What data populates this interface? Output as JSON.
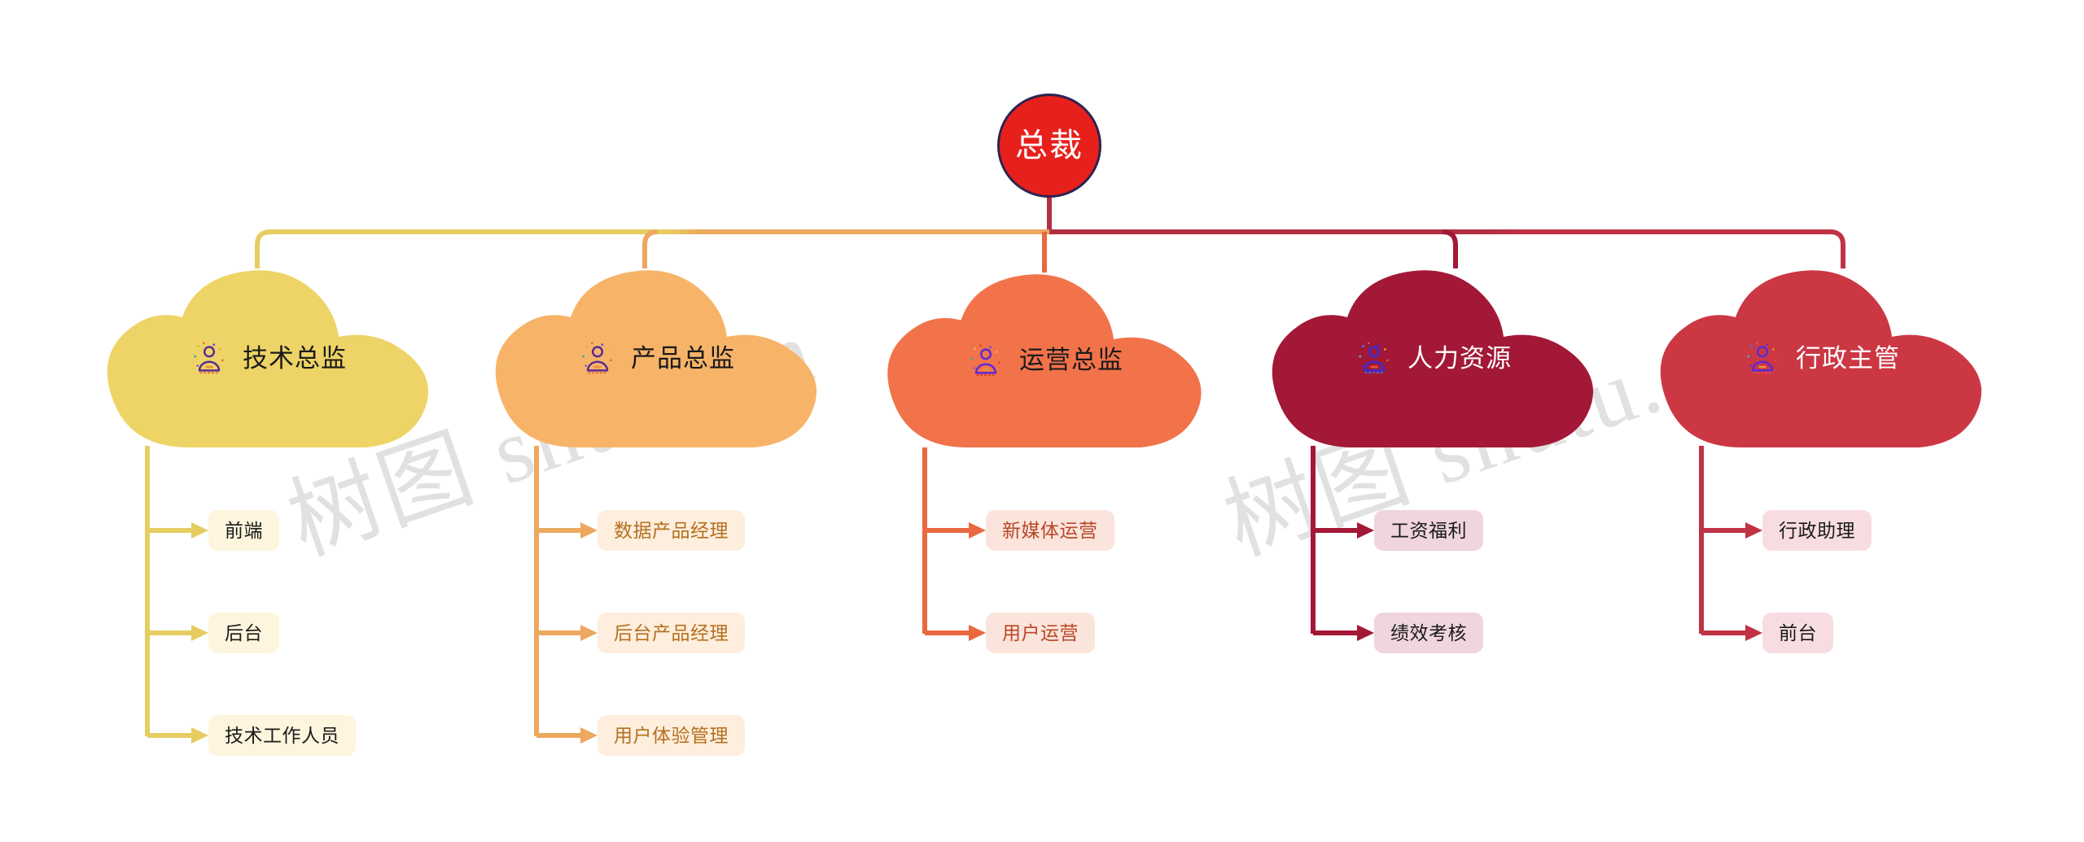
{
  "diagram": {
    "type": "organization-tree",
    "background": "#ffffff",
    "watermark": "树图 shutu.cn",
    "root": {
      "label": "总裁",
      "fill": "#e8201c",
      "stroke": "#2d2350",
      "text_color": "#ffffff"
    },
    "branches": [
      {
        "label": "技术总监",
        "icon": "person-icon",
        "cloud_fill": "#eed466",
        "label_color": "#1a1a1a",
        "connector_color": "#e6cd62",
        "leaf_bg": "#fdf5dd",
        "leaf_text": "#1a1a1a",
        "children": [
          "前端",
          "后台",
          "技术工作人员"
        ]
      },
      {
        "label": "产品总监",
        "icon": "person-icon",
        "cloud_fill": "#f7b469",
        "label_color": "#1a1a1a",
        "connector_color": "#eda85f",
        "leaf_bg": "#fdeedd",
        "leaf_text": "#b5701f",
        "children": [
          "数据产品经理",
          "后台产品经理",
          "用户体验管理"
        ]
      },
      {
        "label": "运营总监",
        "icon": "person-icon",
        "cloud_fill": "#f2734a",
        "label_color": "#1a1a1a",
        "connector_color": "#e9683f",
        "leaf_bg": "#fbe4dc",
        "leaf_text": "#b94726",
        "children": [
          "新媒体运营",
          "用户运营"
        ]
      },
      {
        "label": "人力资源",
        "icon": "person-icon",
        "cloud_fill": "#a31836",
        "label_color": "#ffffff",
        "connector_color": "#a31836",
        "leaf_bg": "#f0d5dd",
        "leaf_text": "#1a1a1a",
        "children": [
          "工资福利",
          "绩效考核"
        ]
      },
      {
        "label": "行政主管",
        "icon": "person-icon",
        "cloud_fill": "#cc3744",
        "label_color": "#ffffff",
        "connector_color": "#c03244",
        "leaf_bg": "#f7dde1",
        "leaf_text": "#1a1a1a",
        "children": [
          "行政助理",
          "前台"
        ]
      }
    ]
  }
}
